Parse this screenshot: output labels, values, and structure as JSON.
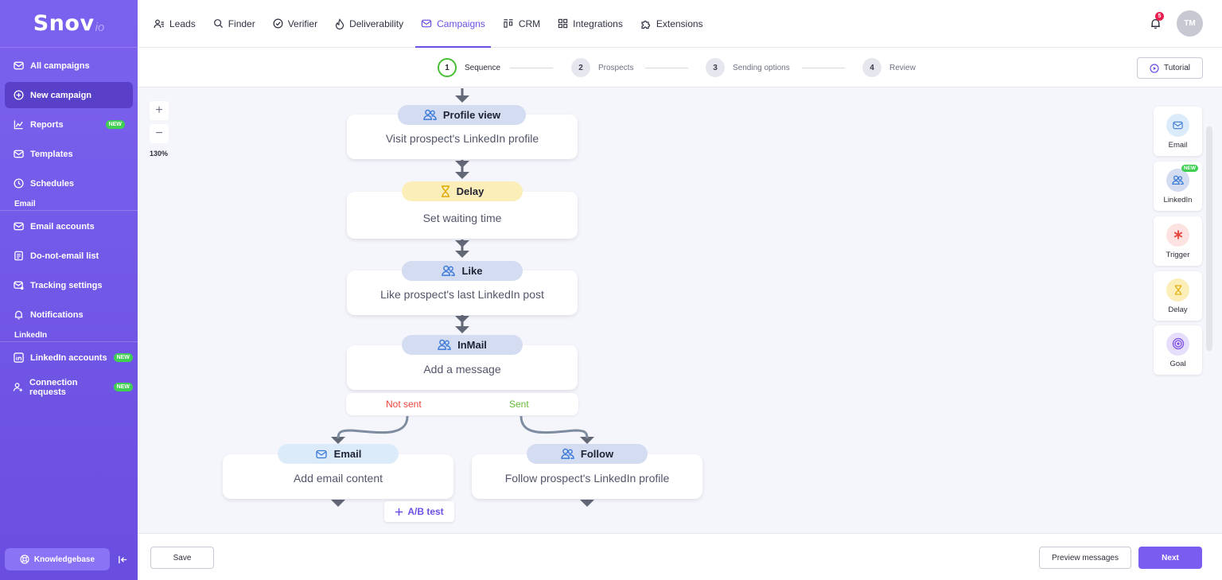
{
  "brand": {
    "name": "Snov",
    "suffix": "io"
  },
  "sidebar": {
    "items": [
      {
        "label": "All campaigns"
      },
      {
        "label": "New campaign"
      },
      {
        "label": "Reports",
        "badge": "NEW"
      },
      {
        "label": "Templates"
      },
      {
        "label": "Schedules"
      }
    ],
    "email_section": "Email",
    "email_items": [
      {
        "label": "Email accounts"
      },
      {
        "label": "Do-not-email list"
      },
      {
        "label": "Tracking settings"
      },
      {
        "label": "Notifications"
      }
    ],
    "linkedin_section": "LinkedIn",
    "linkedin_items": [
      {
        "label": "LinkedIn accounts",
        "badge": "NEW"
      },
      {
        "label": "Connection requests",
        "badge": "NEW"
      }
    ],
    "knowledgebase": "Knowledgebase"
  },
  "topnav": {
    "tabs": [
      {
        "label": "Leads",
        "icon": "leads-icon"
      },
      {
        "label": "Finder",
        "icon": "search-icon"
      },
      {
        "label": "Verifier",
        "icon": "check-circle-icon"
      },
      {
        "label": "Deliverability",
        "icon": "flame-icon"
      },
      {
        "label": "Campaigns",
        "icon": "mail-icon",
        "active": true
      },
      {
        "label": "CRM",
        "icon": "crm-icon"
      },
      {
        "label": "Integrations",
        "icon": "grid-icon"
      },
      {
        "label": "Extensions",
        "icon": "puzzle-icon"
      }
    ],
    "notification_count": "5",
    "avatar_initials": "TM"
  },
  "steps": [
    {
      "num": "1",
      "label": "Sequence",
      "active": true
    },
    {
      "num": "2",
      "label": "Prospects"
    },
    {
      "num": "3",
      "label": "Sending options"
    },
    {
      "num": "4",
      "label": "Review"
    }
  ],
  "tutorial": "Tutorial",
  "canvas": {
    "zoom_in": "+",
    "zoom_out": "−",
    "zoom_level": "130%",
    "nodes": [
      {
        "pill": "Profile view",
        "text": "Visit prospect's LinkedIn profile"
      },
      {
        "pill": "Delay",
        "text": "Set waiting time"
      },
      {
        "pill": "Like",
        "text": "Like prospect's last LinkedIn post"
      },
      {
        "pill": "InMail",
        "text": "Add a message"
      },
      {
        "pill": "Email",
        "text": "Add email content"
      },
      {
        "pill": "Follow",
        "text": "Follow prospect's LinkedIn profile"
      }
    ],
    "branch": {
      "not_sent": "Not sent",
      "sent": "Sent"
    },
    "ab_test": "A/B test"
  },
  "palette": [
    {
      "label": "Email",
      "color": "#dcebfa"
    },
    {
      "label": "LinkedIn",
      "color": "#d3dcf1",
      "badge": "NEW"
    },
    {
      "label": "Trigger",
      "color": "#fde2e2"
    },
    {
      "label": "Delay",
      "color": "#fceeb8"
    },
    {
      "label": "Goal",
      "color": "#e7defb"
    }
  ],
  "footer": {
    "save": "Save",
    "preview": "Preview messages",
    "next": "Next"
  },
  "colors": {
    "accent": "#6d4fe6",
    "sidebar": "#7b62ee",
    "success": "#47bd34",
    "danger": "#e8453c"
  }
}
